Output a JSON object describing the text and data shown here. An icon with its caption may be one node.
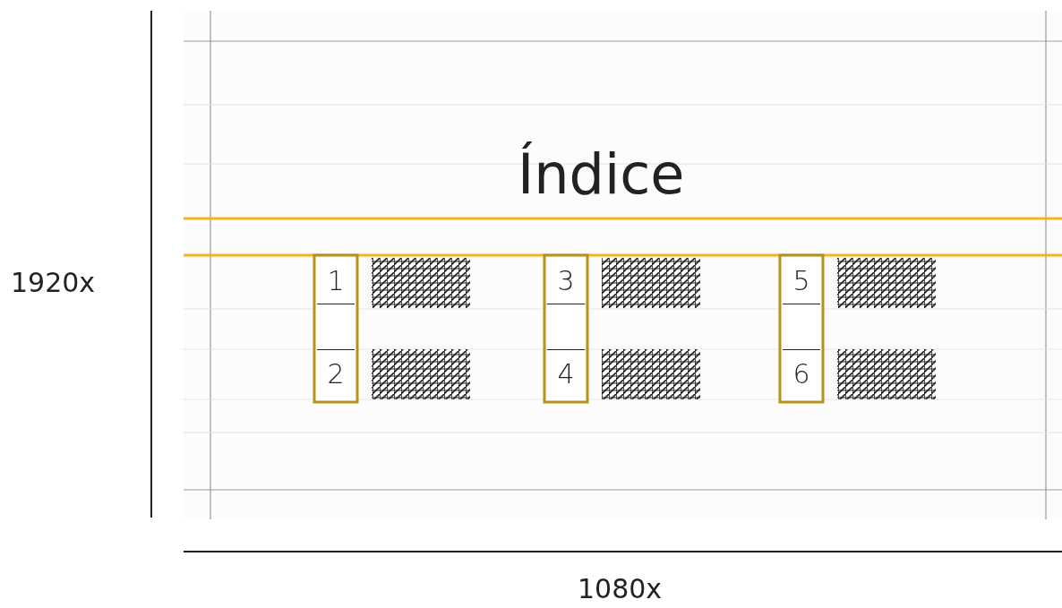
{
  "diagram": {
    "title": "Índice",
    "nodes": [
      {
        "text": [
          "1"
        ]
      },
      {
        "text": [
          "2"
        ]
      },
      {
        "text": [
          "3"
        ]
      },
      {
        "text": [
          "4"
        ]
      },
      {
        "text": [
          "5"
        ]
      },
      {
        "text": [
          "6"
        ]
      }
    ],
    "labels": [
      "1920x",
      "1080x"
    ]
  }
}
